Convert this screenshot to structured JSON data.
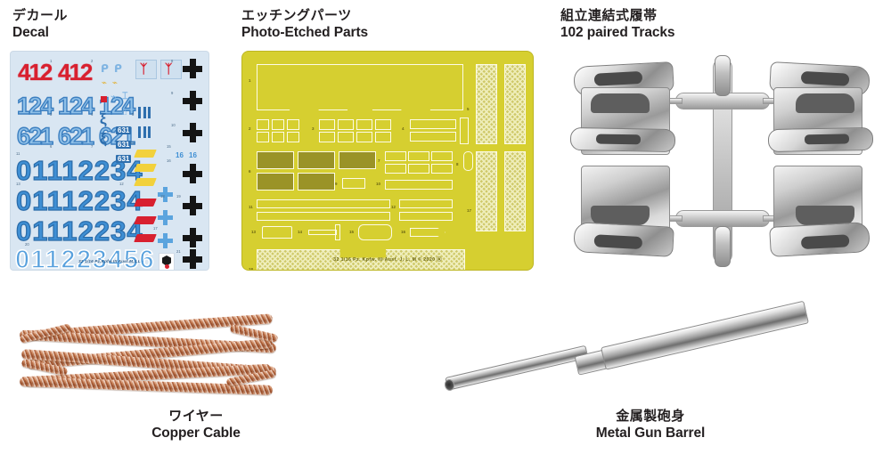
{
  "page": {
    "title": "Model Kit Accessory Parts Sheet",
    "background_color": "#ffffff"
  },
  "items": [
    {
      "id": "decal",
      "jp": "デカール",
      "en": "Decal",
      "caption_position": "top",
      "sheet_color": "#d9e6f2",
      "footer_text": "32   1/16  Pz.Kpfw.III Ausf.M,J,L",
      "numbers_red": [
        "412",
        "412"
      ],
      "numbers_blue_row1": [
        "124",
        "124",
        "124"
      ],
      "numbers_blue_row2": [
        "621",
        "621",
        "621"
      ],
      "numbers_outline_rows": [
        [
          "0",
          "1",
          "1",
          "1",
          "2",
          "2",
          "3",
          "4"
        ],
        [
          "0",
          "1",
          "1",
          "1",
          "2",
          "2",
          "3",
          "4"
        ],
        [
          "0",
          "1",
          "1",
          "1",
          "2",
          "2",
          "3",
          "4"
        ],
        [
          "0",
          "1",
          "1",
          "2",
          "2",
          "3",
          "4",
          "5",
          "6"
        ]
      ],
      "small_labels": [
        "631",
        "631",
        "631",
        "16",
        "16"
      ],
      "insignia": [
        "black-cross",
        "blue-cross",
        "yellow-bar",
        "red-bar",
        "unit-crest"
      ],
      "part_numbers": [
        "1",
        "2",
        "3",
        "4",
        "5",
        "6",
        "7",
        "8",
        "9",
        "10",
        "11",
        "12",
        "13",
        "14",
        "15",
        "16",
        "17",
        "18",
        "19",
        "20",
        "21"
      ]
    },
    {
      "id": "photo-etched",
      "jp": "エッチングパーツ",
      "en": "Photo-Etched Parts",
      "caption_position": "top",
      "fret_color": "#d6cf30",
      "footer_text": "32   1/16   Pz. Kpfw. III  Ausf. J, L, M     © 2020  Ⓐ",
      "part_numbers": [
        "1",
        "2",
        "3",
        "4",
        "5",
        "6",
        "7",
        "8",
        "9",
        "10",
        "11",
        "12",
        "13",
        "14",
        "15",
        "16",
        "17",
        "18"
      ]
    },
    {
      "id": "tracks",
      "jp": "組立連結式履帯",
      "en": "102 paired Tracks",
      "caption_position": "top",
      "material_color": "#c9c9c9"
    },
    {
      "id": "cable",
      "jp": "ワイヤー",
      "en": "Copper Cable",
      "caption_position": "bottom",
      "material_color": "#c57a4e"
    },
    {
      "id": "barrel",
      "jp": "金属製砲身",
      "en": "Metal Gun Barrel",
      "caption_position": "bottom",
      "material_color": "#b5b5b5"
    }
  ]
}
